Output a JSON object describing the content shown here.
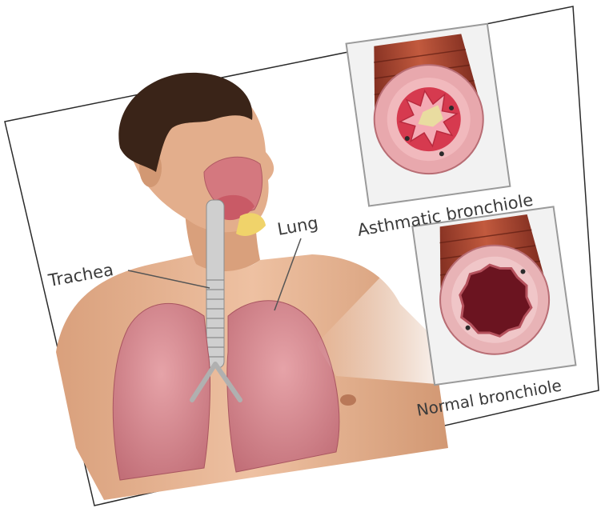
{
  "labels": {
    "trachea": "Trachea",
    "lung": "Lung",
    "asthmatic": "Asthmatic bronchiole",
    "normal": "Normal bronchiole"
  },
  "colors": {
    "skin": "#e7b594",
    "skin_shadow": "#c98f6b",
    "hair": "#3a2418",
    "lung": "#d98c93",
    "lung_dark": "#b8636d",
    "tissue_pink": "#e8a8ad",
    "inflamed": "#d63a4f",
    "mucus": "#e9dca0",
    "airway": "#6b1420",
    "muscle": "#a3432f",
    "text": "#3b3b3b"
  }
}
